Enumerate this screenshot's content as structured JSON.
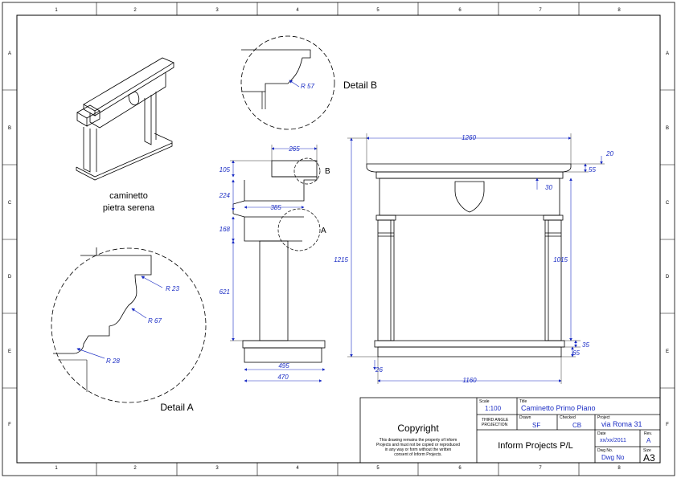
{
  "border": {
    "col_labels": [
      "1",
      "2",
      "3",
      "4",
      "5",
      "6",
      "7",
      "8"
    ],
    "row_labels": [
      "A",
      "B",
      "C",
      "D",
      "E",
      "F"
    ]
  },
  "iso_caption": [
    "caminetto",
    "pietra serena"
  ],
  "detail_a": {
    "label": "Detail A",
    "radii": [
      "R 23",
      "R 67",
      "R 28"
    ]
  },
  "detail_b": {
    "label": "Detail B",
    "radius": "R 57"
  },
  "side_view": {
    "dims": {
      "top": "265",
      "mid_width": "385",
      "bottom_inner": "495",
      "bottom_outer": "470",
      "h1": "105",
      "h2": "224",
      "h3": "168",
      "h4": "621"
    },
    "markers": {
      "a": "A",
      "b": "B"
    }
  },
  "front_view": {
    "dims": {
      "top_width": "1260",
      "overhang": "20",
      "cornice": "55",
      "frieze": "30",
      "height_total": "1215",
      "opening": "1015",
      "base_width": "1160",
      "base_left": "26",
      "base_h1": "35",
      "base_h2": "65"
    }
  },
  "title_block": {
    "copyright_title": "Copyright",
    "copyright_text": [
      "This drawing remains the property of Inform",
      "Projects and must not be copied or reproduced",
      "in any way or form without the written",
      "consent of Inform Projects."
    ],
    "scale_label": "Scale",
    "scale_value": "1:100",
    "projection": [
      "THIRD ANGLE",
      "PROJECTION"
    ],
    "title_label": "Title",
    "title_value": "Caminetto Primo Piano",
    "drawn_label": "Drawn",
    "drawn_value": "SF",
    "checked_label": "Checked",
    "checked_value": "CB",
    "project_label": "Project",
    "project_value": "via Roma 31",
    "company": "Inform Projects P/L",
    "date_label": "Date",
    "date_value": "xx/xx/2011",
    "rev_label": "Rev.",
    "rev_value": "A",
    "dwgno_label": "Dwg No.",
    "dwgno_value": "Dwg No",
    "size_label": "Size",
    "size_value": "A3"
  }
}
